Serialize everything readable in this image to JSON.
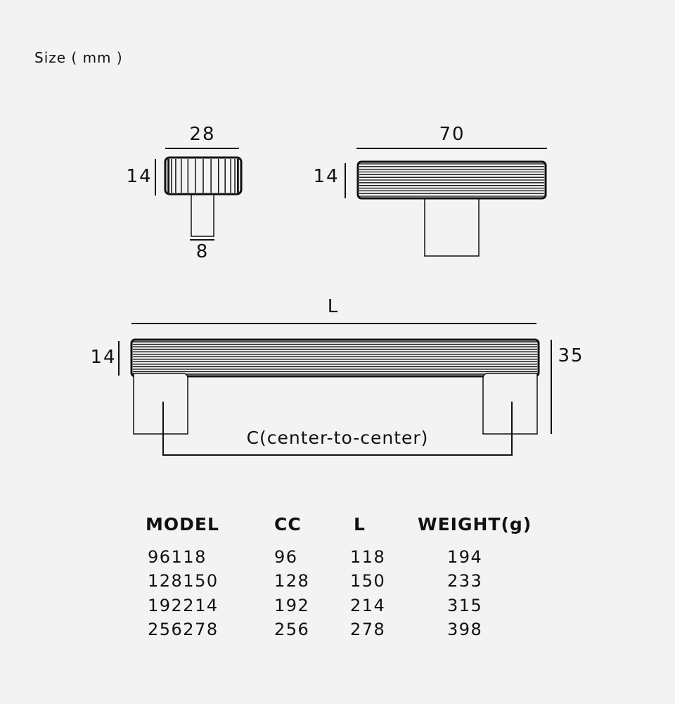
{
  "title": "Size ( mm )",
  "knob_front": {
    "width": "28",
    "height": "14",
    "stem": "8"
  },
  "knob_side": {
    "width": "70",
    "height": "14"
  },
  "handle": {
    "length": "L",
    "height": "14",
    "total_height": "35",
    "center_label": "C(center-to-center)"
  },
  "table": {
    "headers": [
      "MODEL",
      "CC",
      "L",
      "WEIGHT(g)"
    ],
    "rows": [
      [
        "96118",
        "96",
        "118",
        "194"
      ],
      [
        "128150",
        "128",
        "150",
        "233"
      ],
      [
        "192214",
        "192",
        "214",
        "315"
      ],
      [
        "256278",
        "256",
        "278",
        "398"
      ]
    ]
  },
  "colors": {
    "background": "#f3f3f3",
    "ink": "#111111"
  }
}
